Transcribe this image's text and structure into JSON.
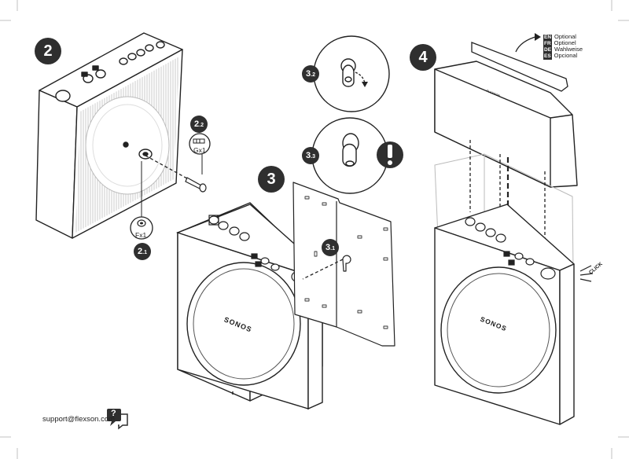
{
  "steps": {
    "s2": "2",
    "s3": "3",
    "s4": "4",
    "s2_1": {
      "main": "2",
      "minor": ".1"
    },
    "s2_2": {
      "main": "2",
      "minor": ".2"
    },
    "s3_1": {
      "main": "3",
      "minor": ".1"
    },
    "s3_2": {
      "main": "3",
      "minor": ".2"
    },
    "s3_3": {
      "main": "3",
      "minor": ".3"
    }
  },
  "parts": {
    "screw_g": "Gx1",
    "screw_f": "Fx1"
  },
  "brand": "SONOS",
  "plate_mark": "FLEXSON",
  "click": "CLICK",
  "languages": [
    {
      "code": "EN",
      "text": "Optional"
    },
    {
      "code": "FR",
      "text": "Optionel"
    },
    {
      "code": "DE",
      "text": "Wahlweise"
    },
    {
      "code": "ES",
      "text": "Opcional"
    }
  ],
  "support": {
    "email": "support@flexson.com",
    "help_glyph": "?"
  },
  "icons": [
    "warning-icon",
    "help-chat-icon",
    "screw-icon",
    "arrow-icon"
  ]
}
